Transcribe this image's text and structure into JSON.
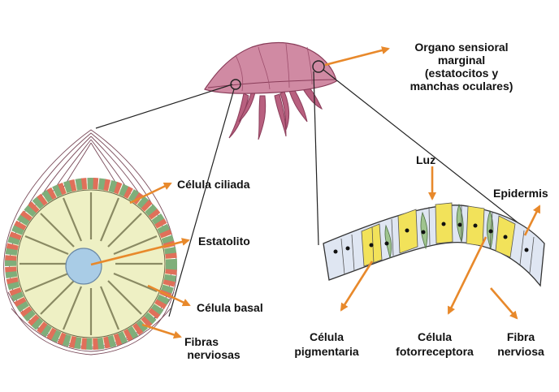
{
  "title_organ": {
    "lines": [
      "Organo sensioral",
      "marginal",
      "(estatocitos y",
      "manchas oculares)"
    ]
  },
  "statocyst_labels": {
    "ciliated_cell": "Célula ciliada",
    "statolith": "Estatolito",
    "basal_cell": "Célula basal",
    "nerve_fibers": [
      "Fibras",
      "nerviosas"
    ]
  },
  "ocellus_labels": {
    "light": "Luz",
    "epidermis": "Epidermis",
    "pigment_cell": [
      "Célula",
      "pigmentaria"
    ],
    "photoreceptor_cell": [
      "Célula",
      "fotorreceptora"
    ],
    "nerve_fiber": [
      "Fibra",
      "nerviosa"
    ]
  },
  "colors": {
    "arrow": "#e8892b",
    "medusa": "#c97a96",
    "statolith": "#a9cce6",
    "pigment": "#f2e25a",
    "photoreceptor": "#9fc48e",
    "epidermis": "#dfe6f2",
    "ring_red": "#e0705a",
    "ring_green": "#7fae7a"
  }
}
